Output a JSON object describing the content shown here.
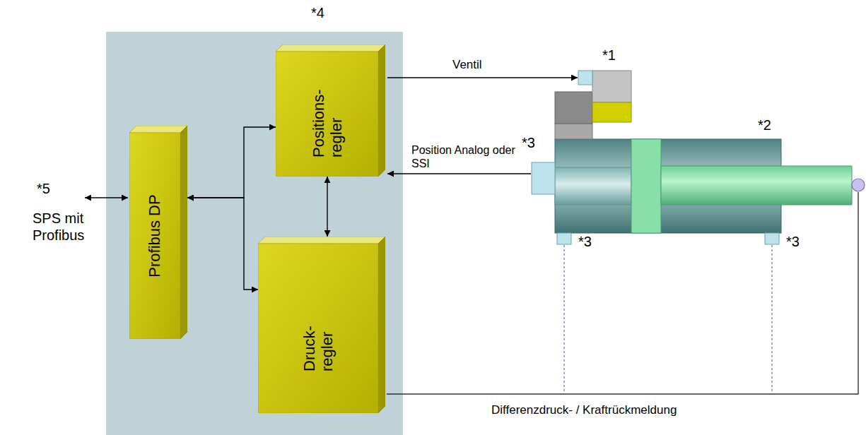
{
  "diagram": {
    "nodes": [
      {
        "text": [
          "*4"
        ]
      },
      {
        "text": [
          "Profibus DP"
        ],
        "in": 0
      },
      {
        "text": [
          "Positions- regler"
        ],
        "in": 0
      },
      {
        "text": [
          "Druck- regler"
        ],
        "in": 0
      }
    ],
    "edges": [
      {
        "from": 1,
        "to": 2,
        "arrow": "both"
      },
      {
        "from": 1,
        "to": 3,
        "arrow": "both"
      },
      {
        "from": 2,
        "to": 3,
        "arrow": "both"
      }
    ],
    "labels": [
      "*5",
      "SPS mit Profibus",
      "Ventil",
      "*1",
      "*2",
      "*3",
      "Position Analog oder SSI",
      "*3",
      "*3",
      "Differenzdruck- / Kraftrückmeldung"
    ]
  }
}
